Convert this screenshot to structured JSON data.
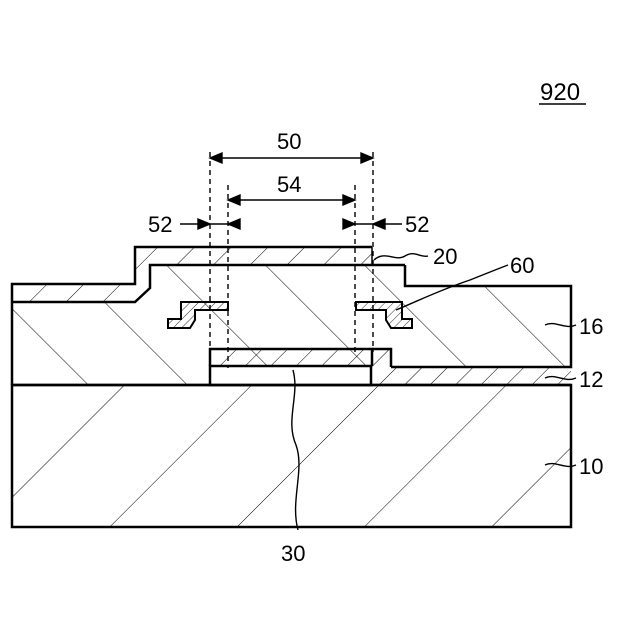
{
  "figure": {
    "number": "920"
  },
  "labels": {
    "dim_50": "50",
    "dim_54": "54",
    "dim_52_left": "52",
    "dim_52_right": "52",
    "layer_20": "20",
    "layer_60": "60",
    "layer_16": "16",
    "layer_12": "12",
    "layer_10": "10",
    "layer_30": "30"
  }
}
